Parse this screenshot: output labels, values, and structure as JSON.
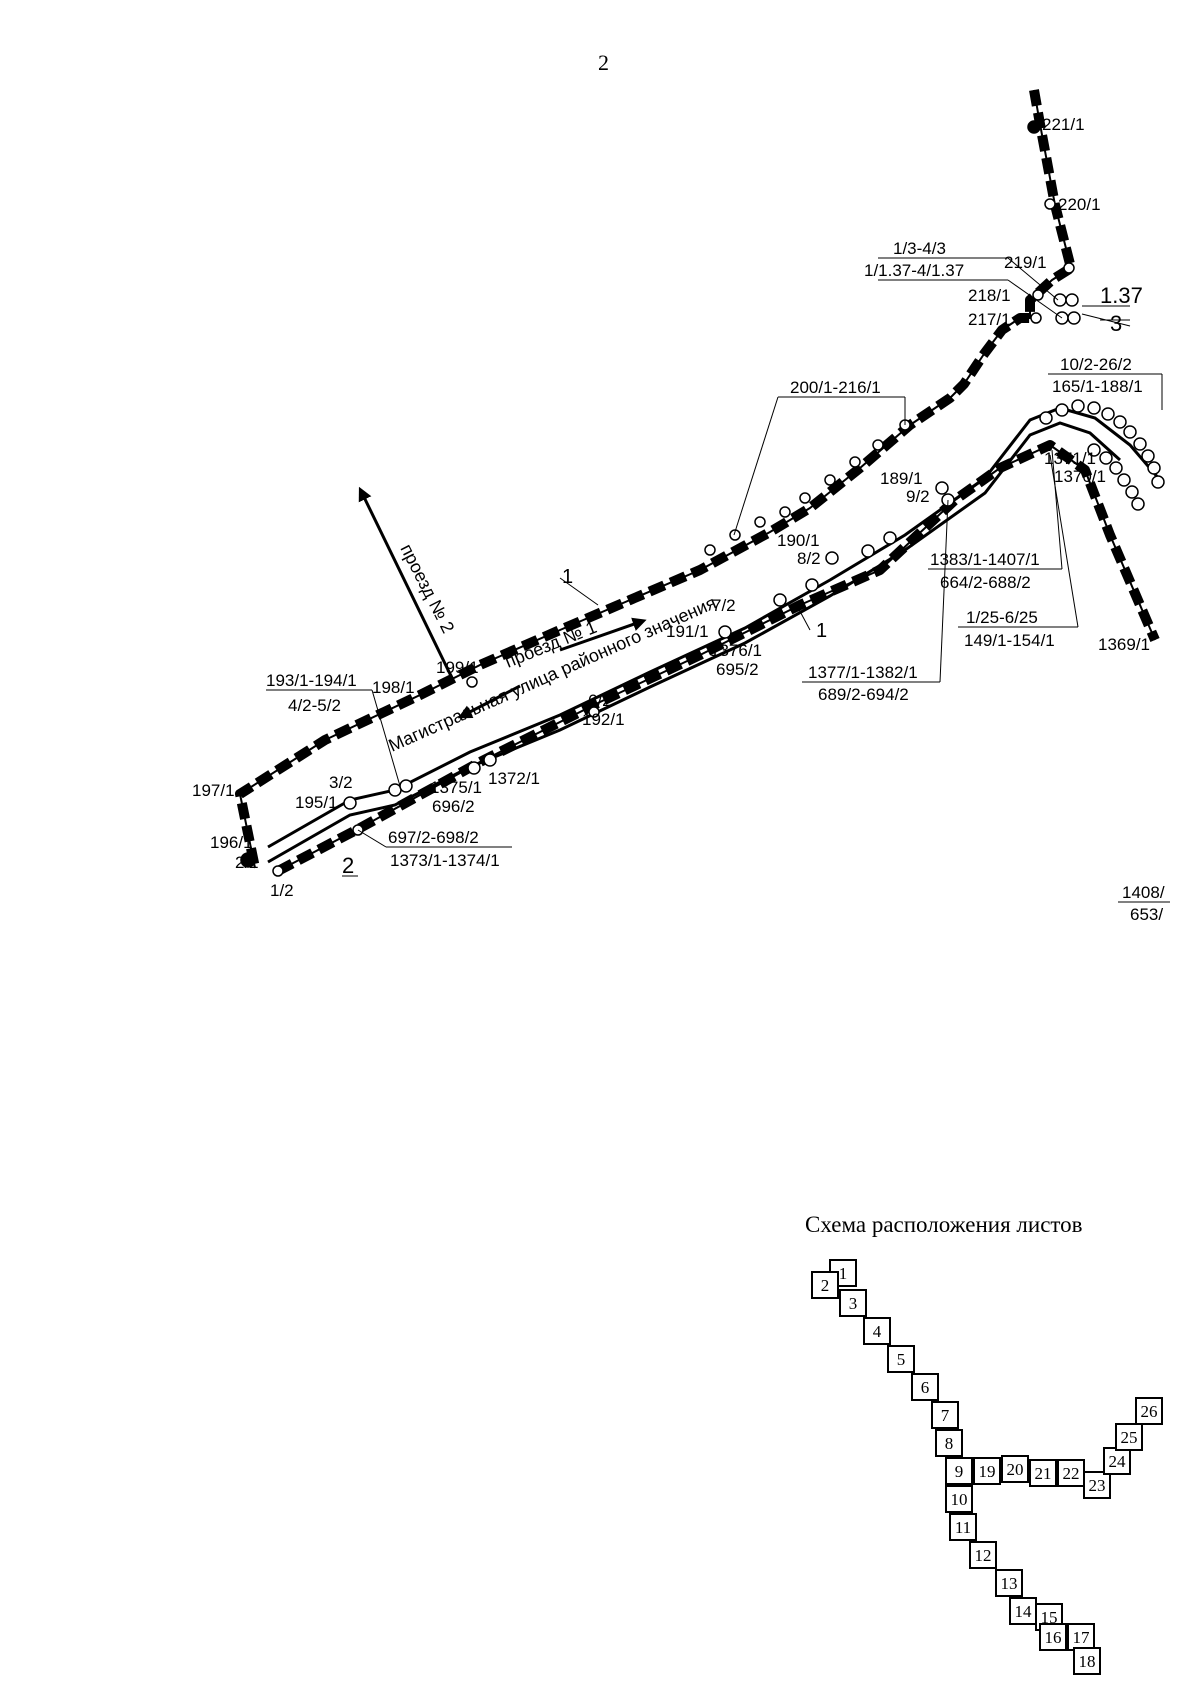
{
  "page_number": "2",
  "sheet_scheme_title": "Схема расположения листов",
  "streets": {
    "main_street": "Магистральная улица районного значения",
    "passage_1": "проезд № 1",
    "passage_2": "проезд № 2"
  },
  "contour_labels": {
    "c1_top": "1",
    "c1_bottom": "1",
    "c2": "2",
    "c3": "3",
    "c137": "1.37"
  },
  "point_labels": [
    {
      "id": "p221",
      "text": "221/1"
    },
    {
      "id": "p220",
      "text": "220/1"
    },
    {
      "id": "p219",
      "text": "219/1"
    },
    {
      "id": "p218",
      "text": "218/1"
    },
    {
      "id": "p217",
      "text": "217/1"
    },
    {
      "id": "p199",
      "text": "199/1"
    },
    {
      "id": "p198",
      "text": "198/1"
    },
    {
      "id": "p197",
      "text": "197/1"
    },
    {
      "id": "p196",
      "text": "196/1"
    },
    {
      "id": "p22",
      "text": "2/2"
    },
    {
      "id": "p12",
      "text": "1/2"
    },
    {
      "id": "p32",
      "text": "3/2"
    },
    {
      "id": "p195",
      "text": "195/1"
    },
    {
      "id": "p1375",
      "text": "1375/1"
    },
    {
      "id": "p696",
      "text": "696/2"
    },
    {
      "id": "p1372",
      "text": "1372/1"
    },
    {
      "id": "p62",
      "text": "6/2"
    },
    {
      "id": "p192",
      "text": "192/1"
    },
    {
      "id": "p72",
      "text": "7/2"
    },
    {
      "id": "p191",
      "text": "191/1"
    },
    {
      "id": "p1376",
      "text": "1376/1"
    },
    {
      "id": "p695",
      "text": "695/2"
    },
    {
      "id": "p190",
      "text": "190/1"
    },
    {
      "id": "p82",
      "text": "8/2"
    },
    {
      "id": "p189",
      "text": "189/1"
    },
    {
      "id": "p92",
      "text": "9/2"
    },
    {
      "id": "p1371",
      "text": "1371/1"
    },
    {
      "id": "p1370",
      "text": "1370/1"
    },
    {
      "id": "p1369",
      "text": "1369/1"
    }
  ],
  "range_labels": [
    {
      "id": "r-1-3",
      "top": "1/3-4/3",
      "bottom": "1/1.37-4/1.37"
    },
    {
      "id": "r-200",
      "top": "200/1-216/1",
      "bottom": ""
    },
    {
      "id": "r-10-2",
      "top": "10/2-26/2",
      "bottom": "165/1-188/1"
    },
    {
      "id": "r-1383",
      "top": "1383/1-1407/1",
      "bottom": "664/2-688/2"
    },
    {
      "id": "r-1-25",
      "top": "1/25-6/25",
      "bottom": "149/1-154/1"
    },
    {
      "id": "r-1377",
      "top": "1377/1-1382/1",
      "bottom": "689/2-694/2"
    },
    {
      "id": "r-193",
      "top": "193/1-194/1",
      "bottom": "4/2-5/2"
    },
    {
      "id": "r-697",
      "top": "697/2-698/2",
      "bottom": "1373/1-1374/1"
    },
    {
      "id": "r-1408",
      "top": "1408/",
      "bottom": "653/"
    }
  ],
  "sheet_numbers": [
    "1",
    "2",
    "3",
    "4",
    "5",
    "6",
    "7",
    "8",
    "9",
    "10",
    "11",
    "12",
    "13",
    "14",
    "15",
    "16",
    "17",
    "18",
    "19",
    "20",
    "21",
    "22",
    "23",
    "24",
    "25",
    "26"
  ]
}
